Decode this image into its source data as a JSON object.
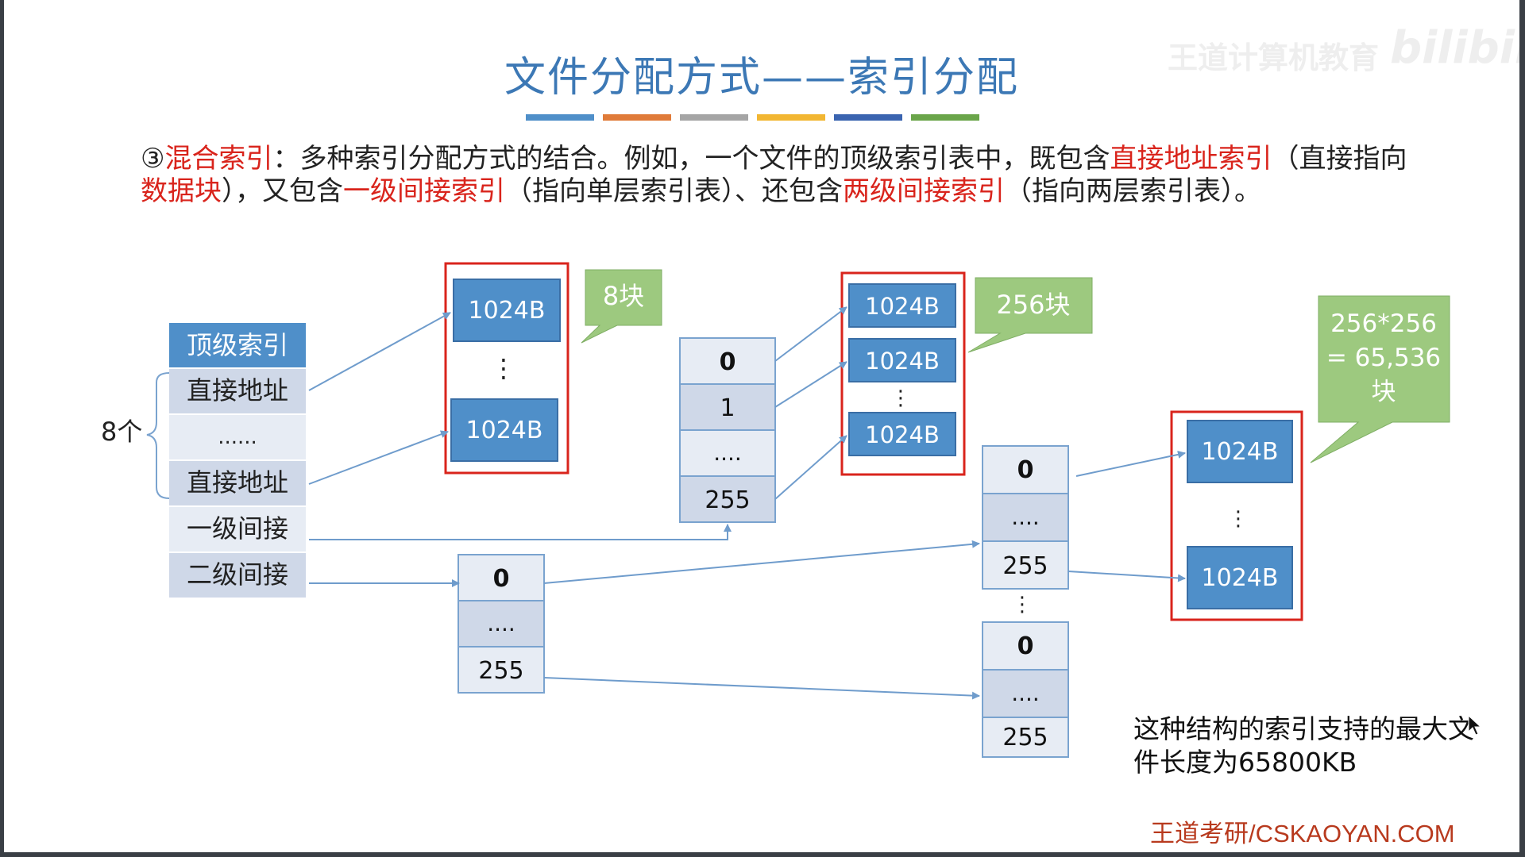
{
  "watermark": {
    "text": "王道计算机教育",
    "logo": "bilibili"
  },
  "title": "文件分配方式——索引分配",
  "title_bars": [
    "#4f8fc9",
    "#e07b39",
    "#a5a5a5",
    "#f2b632",
    "#3a64b0",
    "#6aa54a"
  ],
  "description": {
    "prefix": "③",
    "term": "混合索引",
    "p1": "：多种索引分配方式的结合。例如，一个文件的顶级索引表中，既包含",
    "h1": "直接地址索引",
    "p2": "（直接指向",
    "h2": "数据块",
    "p3": "），又包含",
    "h3": "一级间接索引",
    "p4": "（指向单层索引表）、还包含",
    "h4": "两级间接索引",
    "p5": "（指向两层索引表）。"
  },
  "top_index": {
    "header": "顶级索引",
    "rows": [
      "直接地址",
      "......",
      "直接地址",
      "一级间接",
      "二级间接"
    ],
    "brace_label": "8个"
  },
  "direct_blocks": {
    "labels": [
      "1024B",
      "⋮",
      "1024B"
    ],
    "callout": "8块"
  },
  "level1_table": {
    "rows": [
      "0",
      "1",
      "....",
      "255"
    ]
  },
  "level1_blocks": {
    "labels": [
      "1024B",
      "1024B",
      "⋮",
      "1024B"
    ],
    "callout": "256块"
  },
  "level2_first": {
    "rows": [
      "0",
      "....",
      "255"
    ]
  },
  "level2_second_a": {
    "rows": [
      "0",
      "....",
      "255"
    ]
  },
  "level2_vdots": "⋮",
  "level2_second_b": {
    "rows": [
      "0",
      "....",
      "255"
    ]
  },
  "level2_blocks": {
    "labels": [
      "1024B",
      "⋮",
      "1024B"
    ],
    "callout": [
      "256*256",
      "= 65,536",
      "块"
    ]
  },
  "summary": "这种结构的索引支持的最大文件长度为65800KB",
  "footer": "王道考研/CSKAOYAN.COM",
  "colors": {
    "title_blue": "#3c78b5",
    "block_blue": "#4f8fc9",
    "index_header": "#4f8fc9",
    "index_row": "#cfd8e8",
    "table_border": "#7aa3cf",
    "highlight_red": "#d9241c",
    "callout_green": "#9dc97f"
  }
}
